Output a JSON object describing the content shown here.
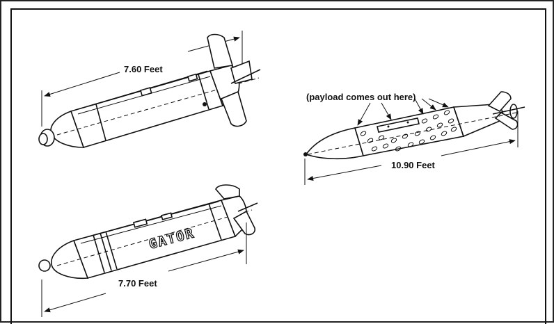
{
  "diagram": {
    "munitions": [
      {
        "id": "top-left",
        "dimension_label": "7.60 Feet"
      },
      {
        "id": "bottom-left",
        "dimension_label": "7.70 Feet",
        "stencil_text": "GATOR"
      },
      {
        "id": "right",
        "dimension_label": "10.90 Feet",
        "annotation": "(payload comes out here)"
      }
    ]
  }
}
